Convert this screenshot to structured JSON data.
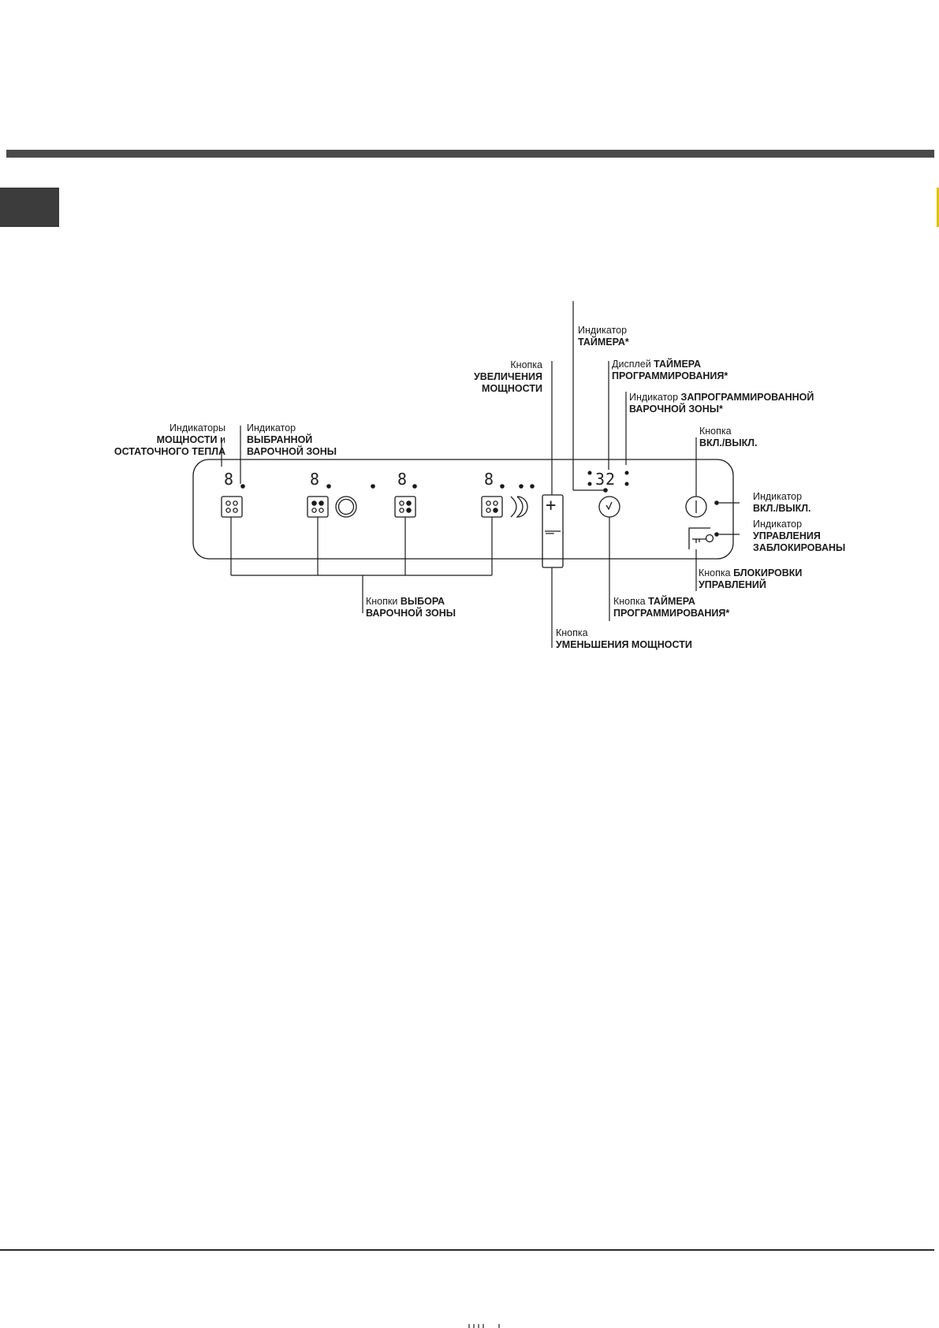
{
  "labels": {
    "power_indicators": {
      "line1": "Индикаторы",
      "line2_bold": "МОЩНОСТИ",
      "line2_rest": " и",
      "line3_bold": "ОСТАТОЧНОГО ТЕПЛА"
    },
    "selected_zone_indicator": {
      "line1": "Индикатор",
      "line2_bold": "ВЫБРАННОЙ",
      "line3_bold": "ВАРОЧНОЙ ЗОНЫ"
    },
    "increase_power_button": {
      "line1": "Кнопка",
      "line2_bold": "УВЕЛИЧЕНИЯ",
      "line3_bold": "МОЩНОСТИ"
    },
    "timer_indicator": {
      "line1": "Индикатор",
      "line2_bold": "ТАЙМЕРА*"
    },
    "timer_display": {
      "line1_rest": "Дисплей ",
      "line1_bold": "ТАЙМЕРА",
      "line2_bold": "ПРОГРАММИРОВАНИЯ*"
    },
    "programmed_zone_indicator": {
      "line1_rest": "Индикатор ",
      "line1_bold": "ЗАПРОГРАММИРОВАННОЙ",
      "line2_bold": "ВАРОЧНОЙ ЗОНЫ*"
    },
    "onoff_button": {
      "line1": "Кнопка",
      "line2_bold": "ВКЛ./ВЫКЛ."
    },
    "onoff_indicator": {
      "line1": "Индикатор",
      "line2_bold": "ВКЛ./ВЫКЛ."
    },
    "lock_indicator": {
      "line1": "Индикатор",
      "line2_bold": "УПРАВЛЕНИЯ",
      "line3_bold": "ЗАБЛОКИРОВАНЫ"
    },
    "lock_button": {
      "line1_rest": "Кнопка ",
      "line1_bold": "БЛОКИРОВКИ",
      "line2_bold": "УПРАВЛЕНИЙ"
    },
    "timer_button": {
      "line1_rest": "Кнопка ",
      "line1_bold": "ТАЙМЕРА",
      "line2_bold": "ПРОГРАММИРОВАНИЯ*"
    },
    "zone_select_buttons": {
      "line1_rest": "Кнопки ",
      "line1_bold": "ВЫБОРА",
      "line2_bold": "ВАРОЧНОЙ ЗОНЫ"
    },
    "decrease_power_button": {
      "line1": "Кнопка",
      "line2_bold": "УМЕНЬШЕНИЯ МОЩНОСТИ"
    }
  },
  "panel": {
    "zone_digit": "8",
    "timer_digits": "32",
    "plus_symbol": "+",
    "minus_symbol": "—"
  },
  "colors": {
    "ink": "#1a1a1a",
    "header_bar": "#4a4a4a",
    "side_tab": "#3c3c3c"
  }
}
